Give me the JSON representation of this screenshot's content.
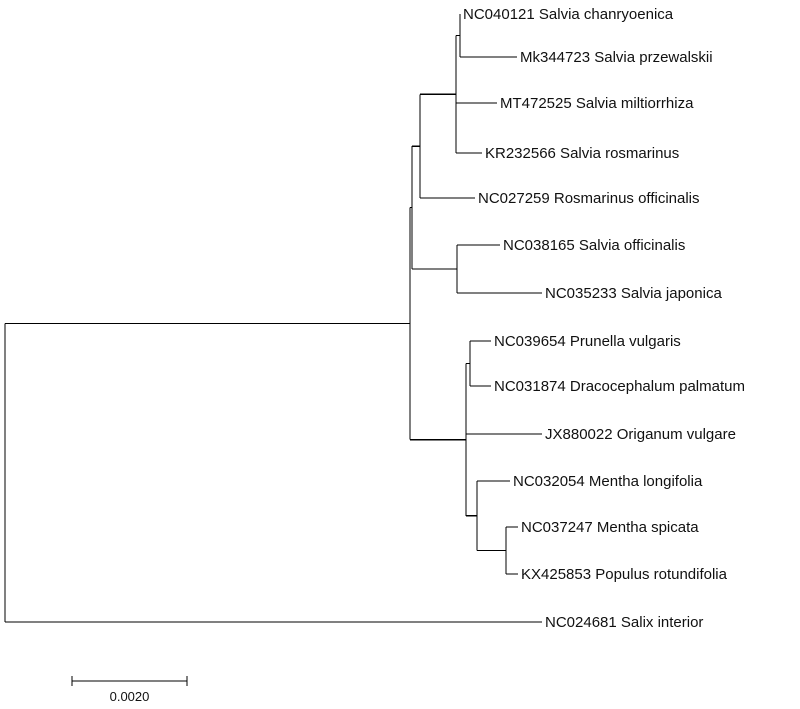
{
  "tree": {
    "highlight_color": "#c0392b",
    "label_color": "#111111",
    "taxa": [
      {
        "id": "t1",
        "label": "NC040121 Salvia chanryoenica",
        "highlight": false
      },
      {
        "id": "t2",
        "label": "Mk344723 Salvia przewalskii",
        "highlight": false
      },
      {
        "id": "t3",
        "label": "MT472525 Salvia miltiorrhiza",
        "highlight": true
      },
      {
        "id": "t4",
        "label": "KR232566 Salvia rosmarinus",
        "highlight": false
      },
      {
        "id": "t5",
        "label": "NC027259 Rosmarinus officinalis",
        "highlight": false
      },
      {
        "id": "t6",
        "label": "NC038165 Salvia officinalis",
        "highlight": false
      },
      {
        "id": "t7",
        "label": "NC035233 Salvia japonica",
        "highlight": false
      },
      {
        "id": "t8",
        "label": "NC039654 Prunella vulgaris",
        "highlight": false
      },
      {
        "id": "t9",
        "label": "NC031874 Dracocephalum palmatum",
        "highlight": false
      },
      {
        "id": "t10",
        "label": "JX880022 Origanum vulgare",
        "highlight": false
      },
      {
        "id": "t11",
        "label": "NC032054 Mentha longifolia",
        "highlight": false
      },
      {
        "id": "t12",
        "label": "NC037247 Mentha spicata",
        "highlight": false
      },
      {
        "id": "t13",
        "label": "KX425853 Populus rotundifolia",
        "highlight": false
      },
      {
        "id": "t14",
        "label": "NC024681 Salix interior",
        "highlight": false
      }
    ]
  },
  "scale_bar": {
    "label": "0.0020"
  }
}
